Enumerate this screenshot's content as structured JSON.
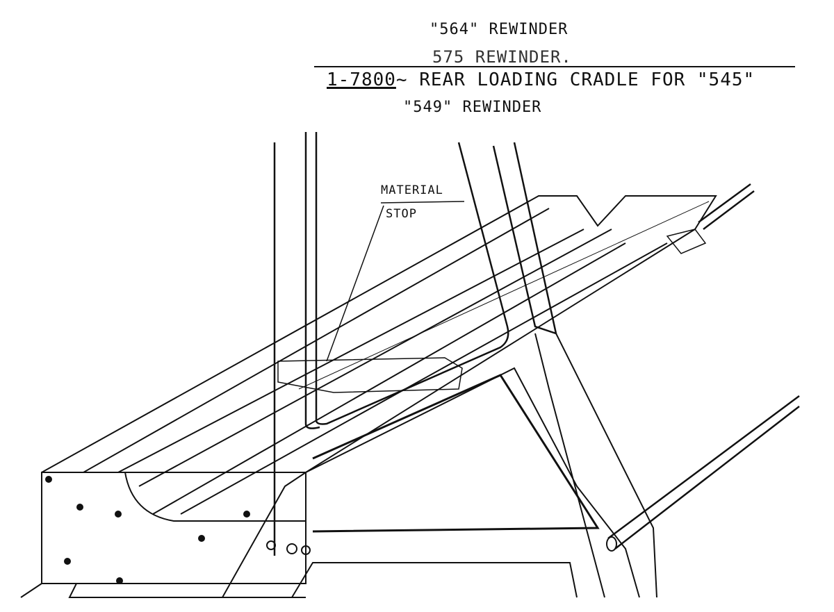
{
  "title_block": {
    "line1": "\"564\" REWINDER",
    "line2": "575 REWINDER.",
    "part_number": "1-7800",
    "line3_rest": "~ REAR LOADING CRADLE FOR \"545\"",
    "line4": "\"549\" REWINDER"
  },
  "callouts": {
    "material_stop_1": "MATERIAL",
    "material_stop_2": "STOP"
  },
  "colors": {
    "ink": "#111111",
    "paper": "#ffffff"
  }
}
